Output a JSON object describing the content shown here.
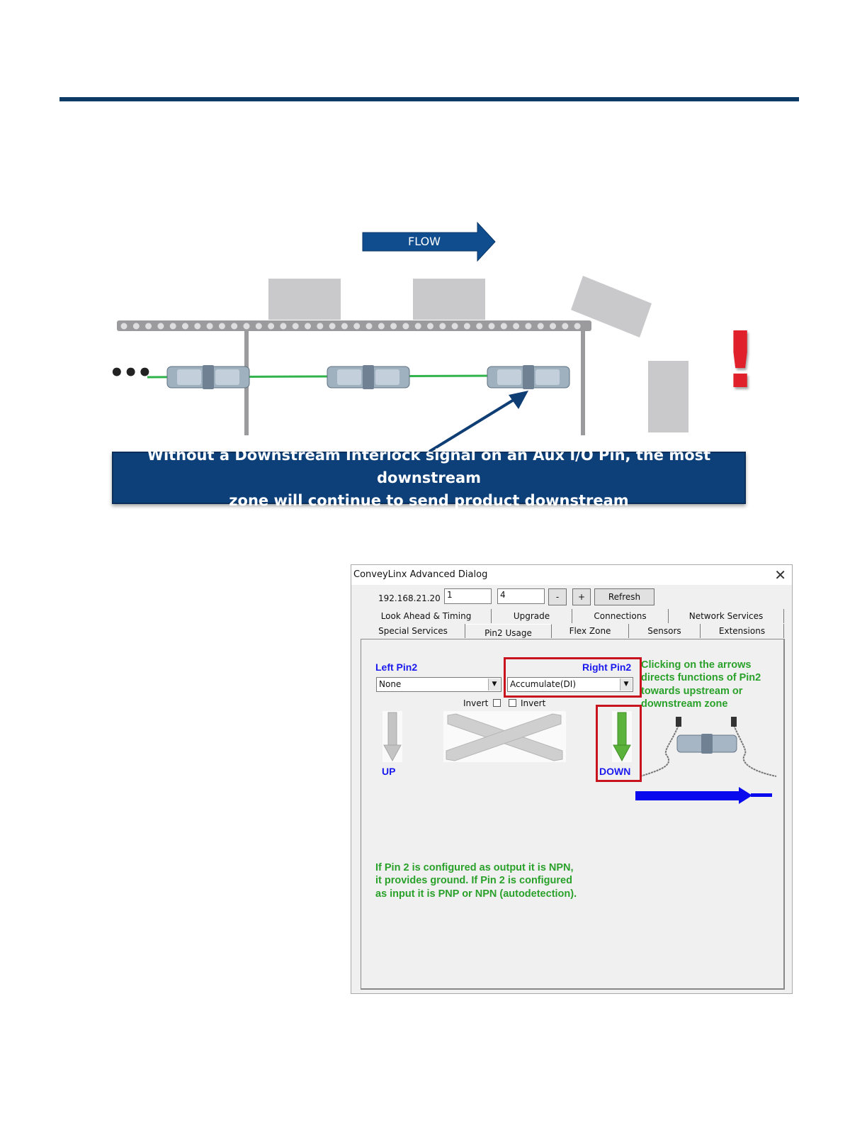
{
  "diagram": {
    "flow_label": "FLOW",
    "ellipsis": "•••",
    "alert_icon": "exclamation-icon",
    "callout_line1": "Without a Downstream Interlock signal on an Aux I/O Pin, the most downstream",
    "callout_line2": "zone will continue to send product downstream"
  },
  "dialog": {
    "title": "ConveyLinx Advanced Dialog",
    "close_icon": "close-icon",
    "ip": "192.168.21.20",
    "field1": "1",
    "field2": "4",
    "minus_label": "-",
    "plus_label": "+",
    "refresh_label": "Refresh",
    "tabs_row1": [
      "Look Ahead & Timing",
      "Upgrade",
      "Connections",
      "Network Services"
    ],
    "tabs_row2": [
      "Special Services",
      "Pin2 Usage",
      "Flex Zone",
      "Sensors",
      "Extensions"
    ],
    "active_tab": "Pin2 Usage",
    "left_label": "Left Pin2",
    "right_label": "Right Pin2",
    "left_value": "None",
    "right_value": "Accumulate(DI)",
    "invert_left": "Invert",
    "invert_right": "Invert",
    "up_label": "UP",
    "down_label": "DOWN",
    "note_arrows": [
      "Clicking on the arrows",
      "directs functions of Pin2",
      "towards upstream or",
      "downstream zone"
    ],
    "note_pin2": [
      "If Pin 2 is configured as output it is NPN,",
      "it provides ground. If Pin 2 is configured",
      "as input it is PNP or NPN (autodetection)."
    ]
  },
  "colors": {
    "rule": "#0e3a66",
    "callout": "#0d3f78",
    "highlight": "#c8141e",
    "green_note": "#2aa12a",
    "blue_label": "#1a1aee"
  }
}
